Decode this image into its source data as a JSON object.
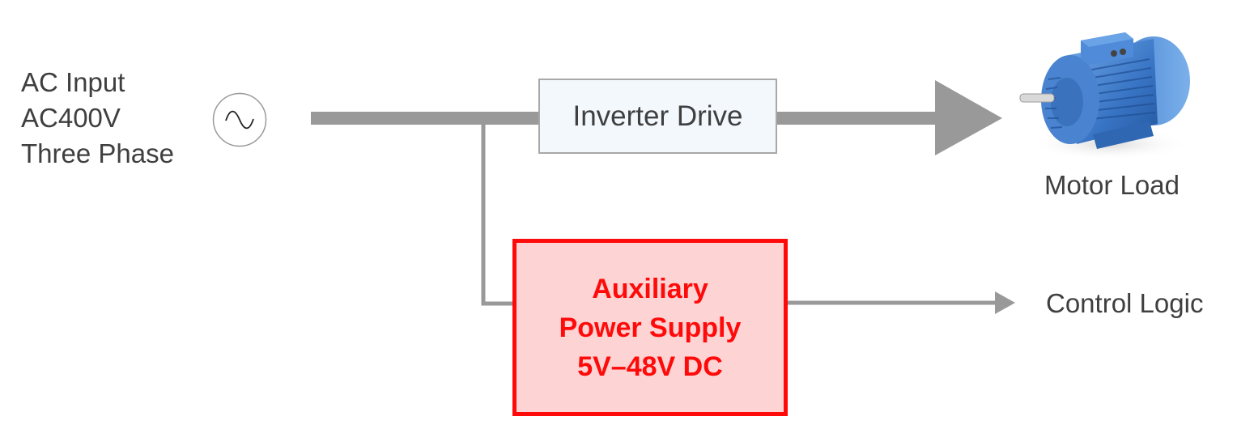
{
  "input": {
    "lines": [
      "AC Input",
      "AC400V",
      "Three Phase"
    ],
    "symbol": "ac-sine-source-icon"
  },
  "inverter": {
    "label": "Inverter Drive"
  },
  "motor": {
    "label": "Motor Load",
    "image": "electric-motor-icon"
  },
  "aux_supply": {
    "lines": [
      "Auxiliary",
      "Power Supply",
      "5V–48V DC"
    ]
  },
  "control": {
    "label": "Control Logic"
  },
  "colors": {
    "wire": "#999999",
    "text": "#3f3f3f",
    "inverter_fill": "#f2f8fc",
    "inverter_border": "#a8a8a8",
    "aux_fill": "#fdd3d3",
    "aux_accent": "#ff0a0a",
    "motor_blue": "#3d7cc9"
  }
}
